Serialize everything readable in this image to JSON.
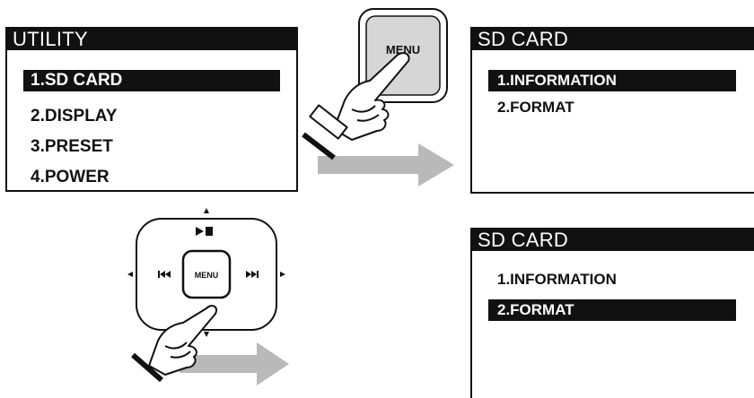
{
  "screens": {
    "utility": {
      "title": "UTILITY",
      "items": [
        "1.SD CARD",
        "2.DISPLAY",
        "3.PRESET",
        "4.POWER"
      ],
      "selected_index": 0
    },
    "sd_card_top": {
      "title": "SD CARD",
      "items": [
        "1.INFORMATION",
        "2.FORMAT"
      ],
      "selected_index": 0
    },
    "sd_card_bottom": {
      "title": "SD CARD",
      "items": [
        "1.INFORMATION",
        "2.FORMAT"
      ],
      "selected_index": 1
    }
  },
  "buttons": {
    "menu_key_label": "MENU",
    "dpad_center_label": "MENU"
  },
  "icons": {
    "top": "play-pause-icon",
    "left": "skip-back-icon",
    "right": "skip-forward-icon"
  },
  "colors": {
    "ink": "#111111",
    "arrow_gray": "#b9b9b9",
    "button_gray": "#d6d6d6"
  }
}
